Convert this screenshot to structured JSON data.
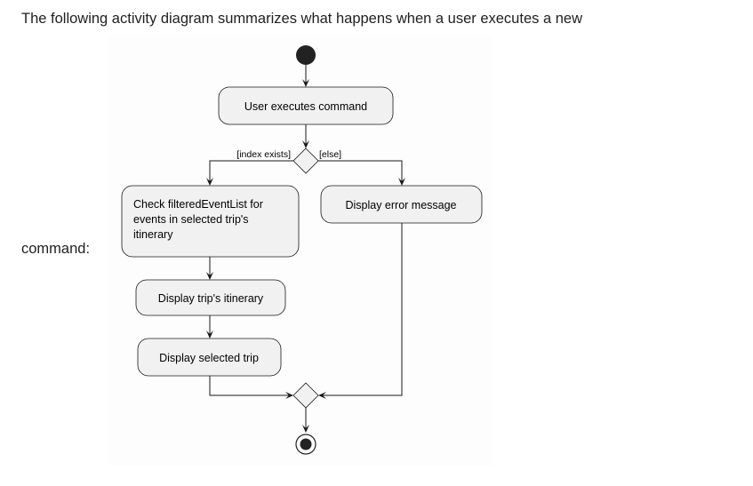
{
  "page": {
    "intro_text": "The following activity diagram summarizes what happens when a user executes a new",
    "caption_label": "command:"
  },
  "diagram": {
    "nodes": {
      "user_executes": "User executes command",
      "check_filtered": [
        "Check filteredEventList for",
        "events in selected trip's",
        "itinerary"
      ],
      "display_error": "Display error message",
      "display_itinerary": "Display trip's itinerary",
      "display_selected": "Display selected trip"
    },
    "guards": {
      "left": "[index exists]",
      "right": "[else]"
    }
  }
}
